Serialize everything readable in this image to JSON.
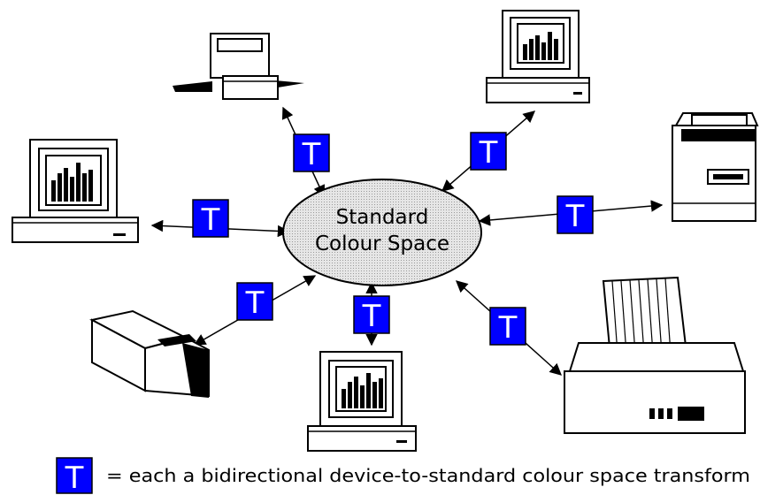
{
  "hub": {
    "line1": "Standard",
    "line2": "Colour Space"
  },
  "transform_label": "T",
  "legend": {
    "text": "= each a bidirectional device-to-standard colour space transform"
  },
  "colors": {
    "transform_fill": "#0000ff",
    "hub_fill": "#d9d9d9"
  },
  "icons": {
    "devices": [
      "laptop-printer-icon",
      "computer-monitor-icon",
      "laser-printer-icon",
      "dot-matrix-printer-icon",
      "computer-monitor-icon",
      "film-scanner-icon",
      "computer-monitor-icon"
    ]
  }
}
